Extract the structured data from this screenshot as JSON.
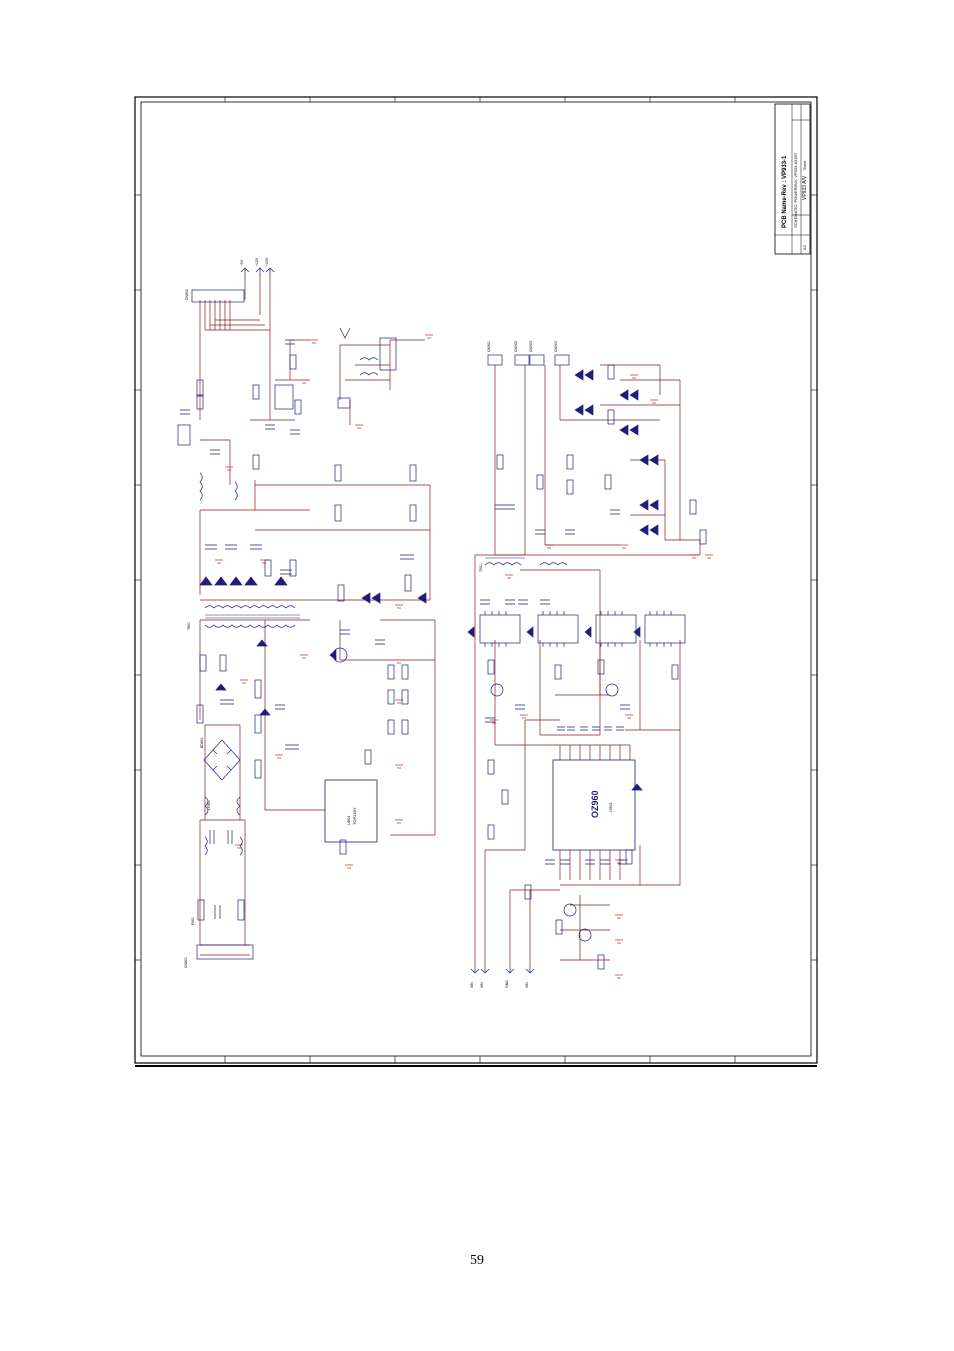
{
  "page": {
    "number": "59"
  },
  "title_block": {
    "project": "PCB Name-Rev : VP933-1",
    "schematic": "SCHEMATIC: POWER/INV. VP933-A933T",
    "size": "A3",
    "drawing_no": "VP933 A/V",
    "sheet": "Sheet"
  },
  "ics": {
    "pwm": {
      "ref": "U801",
      "part": "TOP246Y"
    },
    "inverter": {
      "ref": "U901",
      "part": "OZ960"
    }
  },
  "connectors": {
    "ac_in": "CN801",
    "power_out": "CN802",
    "lamp": [
      "CN901",
      "CN902",
      "CN903",
      "CN904"
    ]
  },
  "net_labels": {
    "left_stack": [
      "VIN",
      "VIN",
      "GND",
      "VIN"
    ],
    "top_out": [
      "+5V",
      "+12V",
      "+24V"
    ]
  },
  "part_labels": {
    "bridge": "BD801",
    "transformer_main": "T801",
    "transformer_inv": "T901",
    "fuse": "F801",
    "filter": "LF801"
  },
  "colors": {
    "frame": "#000000",
    "wire": "#8b1a1a",
    "component": "#1f1f7a",
    "ground": "#c0392b"
  }
}
